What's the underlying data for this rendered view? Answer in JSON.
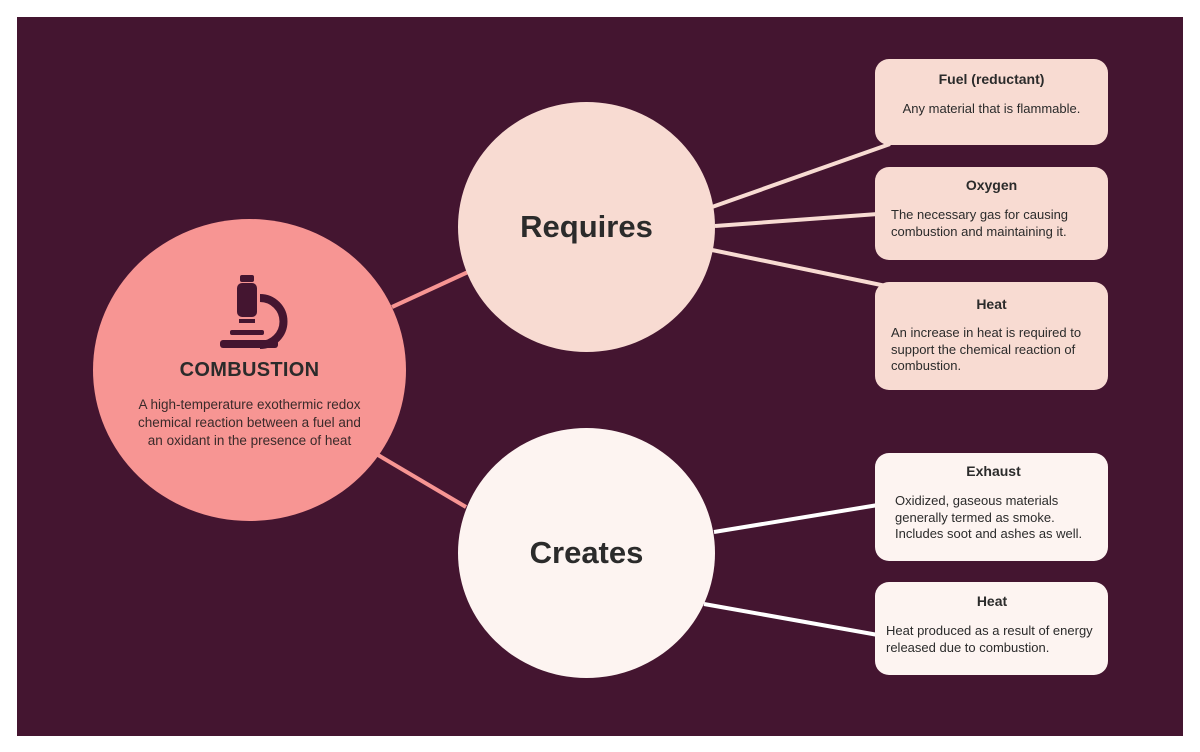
{
  "colors": {
    "background": "#441530",
    "main_circle": "#f79593",
    "requires": "#f8dbd2",
    "creates": "#fdf4f1",
    "line_main": "#f79593",
    "line_requires": "#f8dbd2",
    "line_creates": "#ffffff"
  },
  "central": {
    "icon": "microscope-icon",
    "title": "COMBUSTION",
    "description": "A high-temperature exothermic redox chemical reaction between a fuel and an oxidant in the presence of heat"
  },
  "requires": {
    "label": "Requires",
    "items": [
      {
        "title": "Fuel (reductant)",
        "text": "Any material that is flammable."
      },
      {
        "title": "Oxygen",
        "text": "The necessary gas for causing combustion and maintaining it."
      },
      {
        "title": "Heat",
        "text": "An increase in heat is required to support the chemical reaction of combustion."
      }
    ]
  },
  "creates": {
    "label": "Creates",
    "items": [
      {
        "title": "Exhaust",
        "text": "Oxidized, gaseous materials generally termed as smoke. Includes soot and ashes as well."
      },
      {
        "title": "Heat",
        "text": "Heat produced as a result of energy released due to combustion."
      }
    ]
  }
}
